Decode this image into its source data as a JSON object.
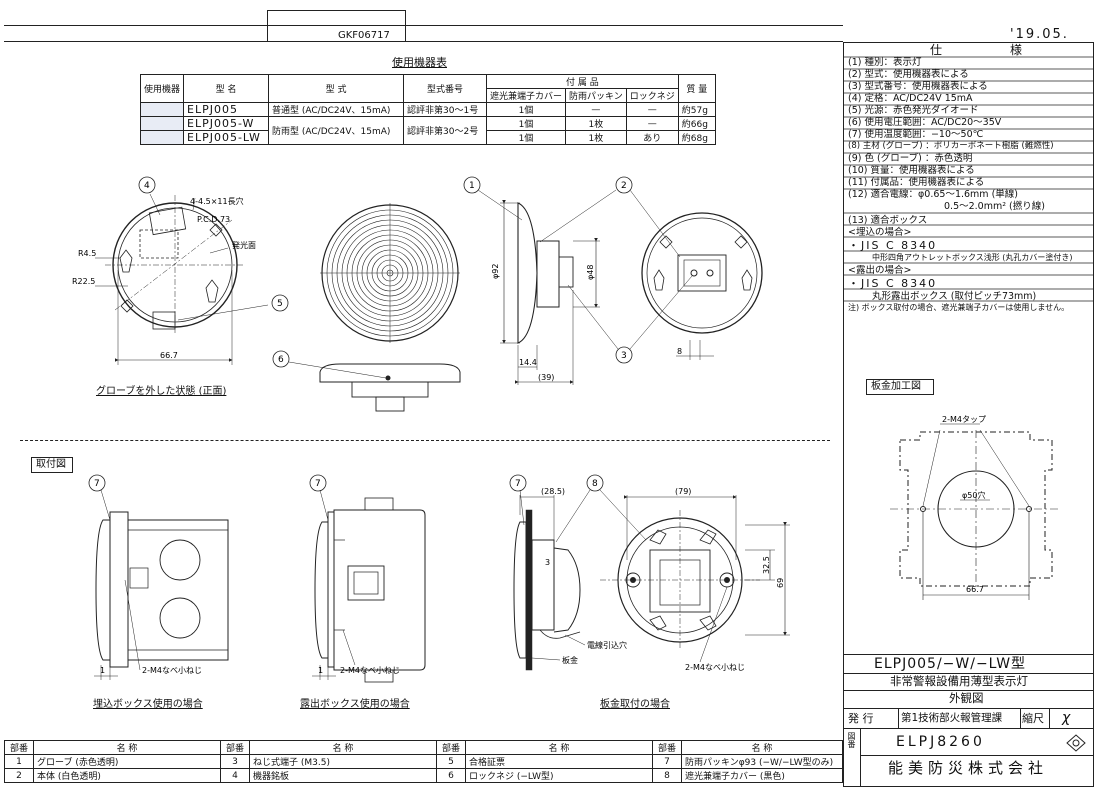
{
  "drawing_code": "GKF06717",
  "date": "'19.05.",
  "equipment_table": {
    "title": "使用機器表",
    "headers": {
      "use": "使用機器",
      "model": "型 名",
      "type": "型 式",
      "approval": "型式番号",
      "accessories": "付 属 品",
      "acc_cover": "遮光兼端子カバー",
      "acc_packing": "防雨パッキン",
      "acc_screw": "ロックネジ",
      "mass": "質 量"
    },
    "rows": [
      {
        "model": "ELPJ005",
        "type": "普通型 (AC/DC24V、15mA)",
        "approval": "認評非第30～1号",
        "cover": "1個",
        "packing": "—",
        "screw": "—",
        "mass": "約57g"
      },
      {
        "model": "ELPJ005-W",
        "type": "防雨型 (AC/DC24V、15mA)",
        "approval": "認評非第30～2号",
        "cover": "1個",
        "packing": "1枚",
        "screw": "—",
        "mass": "約66g"
      },
      {
        "model": "ELPJ005-LW",
        "type": "",
        "approval": "",
        "cover": "1個",
        "packing": "1枚",
        "screw": "あり",
        "mass": "約68g"
      }
    ]
  },
  "spec": {
    "title_a": "仕",
    "title_b": "様",
    "lines": [
      "(1) 種別：表示灯",
      "(2) 型式：使用機器表による",
      "(3) 型式番号：使用機器表による",
      "(4) 定格：AC/DC24V 15mA",
      "(5) 光源：赤色発光ダイオード",
      "(6) 使用電圧範囲：AC/DC20～35V",
      "(7) 使用温度範囲：−10～50℃",
      "(8) 主材 (グローブ) ：ポリカーボネート樹脂 (難燃性)",
      "(9) 色 (グローブ) ：赤色透明",
      "(10) 質量：使用機器表による",
      "(11) 付属品：使用機器表による",
      "(12) 適合電線：φ0.65～1.6mm (単線)",
      "0.5～2.0mm² (撚り線)",
      "(13) 適合ボックス",
      "<埋込の場合>",
      "・JIS C 8340",
      "中形四角アウトレットボックス浅形 (丸孔カバー塗付き)",
      "<露出の場合>",
      "・JIS C 8340",
      "丸形露出ボックス (取付ピッチ73mm)",
      "注) ボックス取付の場合、遮光兼端子カバーは使用しません。"
    ]
  },
  "panel_title": "板金加工図",
  "panel_labels": {
    "tap": "2-M4タップ",
    "hole": "φ50穴",
    "pitch": "66.7"
  },
  "mount_title": "取付図",
  "drawing_labels": {
    "front_caption": "グローブを外した状態 (正面)",
    "slot": "4-4.5×11長穴",
    "pcd": "P.C.D.73",
    "led": "発光面",
    "r45": "R4.5",
    "r225": "R22.5",
    "w667": "66.7",
    "d92": "φ92",
    "d48": "φ48",
    "d144": "14.4",
    "d39": "(39)",
    "d8": "8",
    "case1": "埋込ボックス使用の場合",
    "case2": "露出ボックス使用の場合",
    "case3": "板金取付の場合",
    "m4a": "2-M4なべ小ねじ",
    "m4b": "2-M4なべ小ねじ",
    "m4c": "2-M4なべ小ねじ",
    "one_a": "1",
    "one_b": "1",
    "d285": "(28.5)",
    "d3": "3",
    "d79": "(79)",
    "d325": "32.5",
    "d69": "69",
    "wire": "電線引込穴",
    "sheet": "板金",
    "n1": "1",
    "n2": "2",
    "n3": "3",
    "n4": "4",
    "n5": "5",
    "n6": "6",
    "n7": "7",
    "n8": "8"
  },
  "parts": {
    "h_no": "部番",
    "h_name": "名 称",
    "items": [
      {
        "no": "1",
        "name": "グローブ (赤色透明)"
      },
      {
        "no": "2",
        "name": "本体 (白色透明)"
      },
      {
        "no": "3",
        "name": "ねじ式端子 (M3.5)"
      },
      {
        "no": "4",
        "name": "機器銘板"
      },
      {
        "no": "5",
        "name": "合格証票"
      },
      {
        "no": "6",
        "name": "ロックネジ (−LW型)"
      },
      {
        "no": "7",
        "name": "防雨パッキンφ93 (−W/−LW型のみ)"
      },
      {
        "no": "8",
        "name": "遮光兼端子カバー (黒色)"
      }
    ]
  },
  "title_block": {
    "product": "ELPJ005/−W/−LW型",
    "subtitle": "非常警報設備用薄型表示灯",
    "drawing": "外観図",
    "issue": "発 行",
    "dept": "第1技術部火報管理課",
    "scale_label": "縮尺",
    "scale": "χ",
    "fig_no_label": "図番",
    "fig_no": "ELPJ8260",
    "company": "能美防災株式会社"
  }
}
